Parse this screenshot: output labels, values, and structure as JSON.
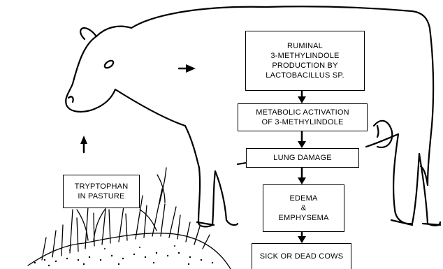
{
  "diagram": {
    "nodes": [
      {
        "id": "ruminal",
        "lines": [
          "RUMINAL",
          "3-METHYLINDOLE",
          "PRODUCTION BY",
          "LACTOBACILLUS SP."
        ]
      },
      {
        "id": "metabolic",
        "lines": [
          "METABOLIC ACTIVATION",
          "OF 3-METHYLINDOLE"
        ]
      },
      {
        "id": "lung",
        "lines": [
          "LUNG DAMAGE"
        ]
      },
      {
        "id": "edema",
        "lines": [
          "EDEMA",
          "&",
          "EMPHYSEMA"
        ]
      },
      {
        "id": "sick",
        "lines": [
          "SICK OR DEAD COWS"
        ]
      },
      {
        "id": "trypto",
        "lines": [
          "TRYPTOPHAN",
          "IN PASTURE"
        ]
      }
    ],
    "edges": [
      [
        "trypto",
        "cow-mouth"
      ],
      [
        "cow-head",
        "ruminal"
      ],
      [
        "ruminal",
        "metabolic"
      ],
      [
        "metabolic",
        "lung"
      ],
      [
        "lung",
        "edema"
      ],
      [
        "edema",
        "sick"
      ]
    ],
    "illustration": [
      "cow-line-drawing",
      "pasture-grass"
    ]
  }
}
